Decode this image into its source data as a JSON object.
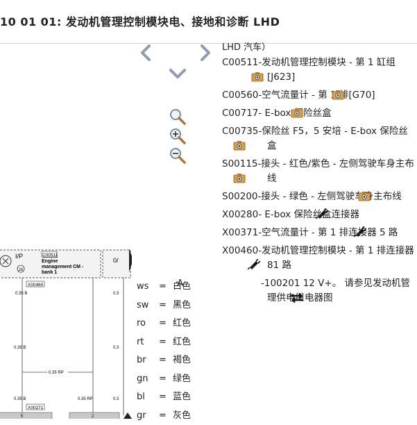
{
  "page_title": "10 01 01: 发动机管理控制模块电、接地和诊断 LHD",
  "nav": {
    "prev_icon": "chevron-left-icon",
    "next_icon": "chevron-right-icon",
    "down_icon": "chevron-down-icon",
    "zoom_icon": "magnifier-icon",
    "zoom_in_icon": "zoom-in-icon",
    "zoom_out_icon": "zoom-out-icon"
  },
  "diagram": {
    "component_box_code": "C00511",
    "ip_label": "I/P",
    "pin_26": "26",
    "engine_label_1": "Engine",
    "engine_label_2": "management CM -",
    "engine_label_3": "bank 1",
    "right_box_label": "0/",
    "connector_code": "X00460",
    "wire_1": "0.35 B",
    "wire_2": "0.35 B",
    "wire_3": "0.35 RP",
    "wire_4": "0.35 B",
    "wire_5": "0.35 RP",
    "wire_6": "0.3",
    "wire_7": "0.3",
    "wire_8": "0.3",
    "connector_2": "X00271",
    "pin_a": "5",
    "pin_b": "2"
  },
  "legend": [
    {
      "code": "ws",
      "eq": "=",
      "color": "白色"
    },
    {
      "code": "sw",
      "eq": "=",
      "color": "黑色"
    },
    {
      "code": "ro",
      "eq": "=",
      "color": "红色"
    },
    {
      "code": "rt",
      "eq": "=",
      "color": "红色"
    },
    {
      "code": "br",
      "eq": "=",
      "color": "褐色"
    },
    {
      "code": "gn",
      "eq": "=",
      "color": "绿色"
    },
    {
      "code": "bl",
      "eq": "=",
      "color": "蓝色"
    },
    {
      "code": "gr",
      "eq": "=",
      "color": "灰色"
    }
  ],
  "list": {
    "header": "LHD 汽车）",
    "items": [
      {
        "code": "C00511",
        "text": "-发动机管理控制模块 - 第 1 缸组[J623]",
        "icon": "camera-icon"
      },
      {
        "code": "C00560",
        "text": "-空气流量计 - 第 1 排[G70]",
        "icon": "camera-icon"
      },
      {
        "code": "C00717",
        "text": "- E-box 保险丝盒 ",
        "icon": "camera-icon"
      },
      {
        "code": "C00735",
        "text": "-保险丝 F5，5 安培 - E-box 保险丝盒",
        "icon": "camera-icon"
      },
      {
        "code": "S00115",
        "text": "-接头 - 红色/紫色 - 左侧驾驶车身主布线",
        "icon": "camera-icon"
      },
      {
        "code": "S00200",
        "text": "-接头 - 绿色 - 左侧驾驶车身主布线",
        "icon": "camera-icon"
      },
      {
        "code": "X00280",
        "text": "- E-box 保险丝盒连接器",
        "icon": "plug-icon"
      },
      {
        "code": "X00371",
        "text": "-空气流量计 - 第 1 排连接器 5 路",
        "icon": "plug-icon"
      },
      {
        "code": "X00460",
        "text": "-发动机管理控制模块 - 第 1 排连接器 81 路",
        "icon": "plug-icon"
      },
      {
        "code": "A",
        "text": "-100201 12 V+。 请参见发动机管理供电继电器图",
        "icon": "double-arrow-icon"
      }
    ]
  }
}
